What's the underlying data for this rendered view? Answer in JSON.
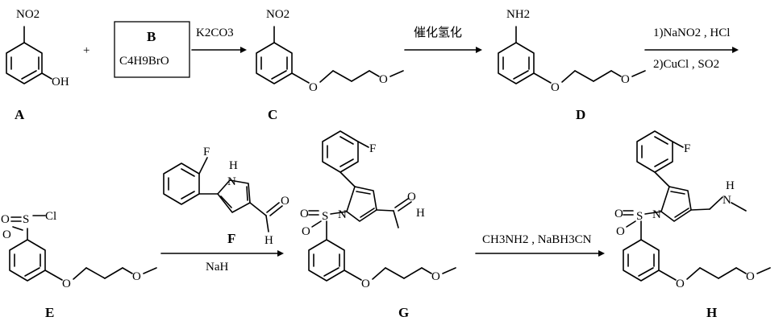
{
  "compounds": {
    "A": {
      "label": "A",
      "substituents": [
        "NO2",
        "OH"
      ]
    },
    "B": {
      "label": "B",
      "formula": "C4H9BrO"
    },
    "C": {
      "label": "C",
      "substituents": [
        "NO2",
        "O",
        "O"
      ]
    },
    "D": {
      "label": "D",
      "substituents": [
        "NH2",
        "O",
        "O"
      ]
    },
    "E": {
      "label": "E",
      "substituents": [
        "O",
        "S",
        "Cl",
        "O",
        "O",
        "O"
      ]
    },
    "F": {
      "label": "F",
      "substituents": [
        "F",
        "H",
        "N",
        "O",
        "H"
      ]
    },
    "G": {
      "label": "G",
      "substituents": [
        "F",
        "O",
        "S",
        "N",
        "O",
        "H",
        "O",
        "O",
        "O"
      ]
    },
    "H": {
      "label": "H",
      "substituents": [
        "F",
        "O",
        "S",
        "N",
        "H",
        "N",
        "O",
        "O",
        "O"
      ]
    }
  },
  "plus_sign": "+",
  "arrows": [
    {
      "above": "K2CO3",
      "below": ""
    },
    {
      "above": "催化氢化",
      "below": ""
    },
    {
      "above": "1)NaNO2 , HCl",
      "below": "2)CuCl , SO2"
    },
    {
      "above": "",
      "below": "NaH"
    },
    {
      "above": "CH3NH2 , NaBH3CN",
      "below": ""
    }
  ]
}
